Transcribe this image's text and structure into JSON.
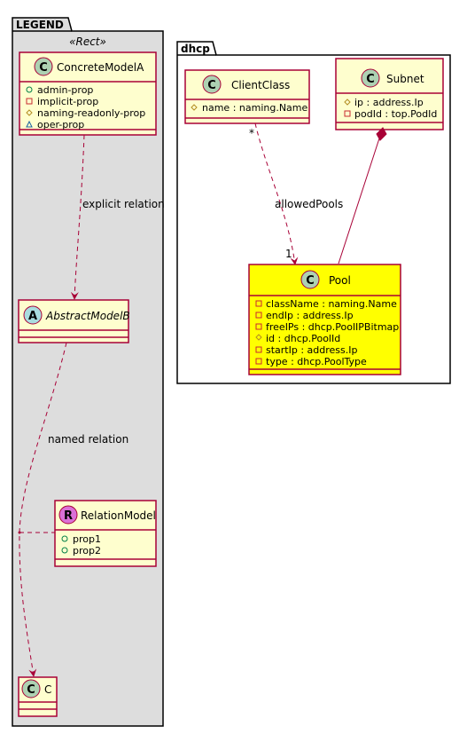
{
  "colors": {
    "class_fill": "#FEFECE",
    "class_border": "#A80036",
    "highlight_fill": "#FFFF00",
    "legend_fill": "#DDDDDD",
    "circle_class": "#ADD1B2",
    "circle_abstract": "#A9DCDF",
    "circle_relation": "#DA70D6"
  },
  "legend": {
    "title": "LEGEND",
    "stereotype": "«Rect»",
    "concrete": {
      "name": "ConcreteModelA",
      "icon_letter": "C",
      "fields": [
        {
          "vis": "+",
          "vis_icon": "public-circle-icon",
          "text": "admin-prop"
        },
        {
          "vis": "-",
          "vis_icon": "private-square-icon",
          "text": "implicit-prop"
        },
        {
          "vis": "#",
          "vis_icon": "protected-diamond-icon",
          "text": "naming-readonly-prop"
        },
        {
          "vis": "~",
          "vis_icon": "package-triangle-icon",
          "text": "oper-prop"
        }
      ]
    },
    "explicit_relation_label": "explicit relation",
    "abstract": {
      "name": "AbstractModelB",
      "icon_letter": "A"
    },
    "named_relation_label": "named relation",
    "relation_model": {
      "name": "RelationModel",
      "icon_letter": "R",
      "fields": [
        {
          "vis": "+",
          "text": "prop1"
        },
        {
          "vis": "+",
          "text": "prop2"
        }
      ]
    },
    "c_class": {
      "name": "C",
      "icon_letter": "C"
    }
  },
  "dhcp": {
    "title": "dhcp",
    "client_class": {
      "name": "ClientClass",
      "icon_letter": "C",
      "fields": [
        {
          "vis": "#",
          "text": "name : naming.Name"
        }
      ]
    },
    "subnet": {
      "name": "Subnet",
      "icon_letter": "C",
      "fields": [
        {
          "vis": "#",
          "text": "ip : address.Ip"
        },
        {
          "vis": "-",
          "text": "podId : top.PodId"
        }
      ]
    },
    "pool": {
      "name": "Pool",
      "icon_letter": "C",
      "fields": [
        {
          "vis": "-",
          "text": "className : naming.Name"
        },
        {
          "vis": "-",
          "text": "endIp : address.Ip"
        },
        {
          "vis": "-",
          "text": "freeIPs : dhcp.PoolIPBitmap"
        },
        {
          "vis": "#",
          "text": "id : dhcp.PoolId"
        },
        {
          "vis": "-",
          "text": "startIp : address.Ip"
        },
        {
          "vis": "-",
          "text": "type : dhcp.PoolType"
        }
      ]
    },
    "allowed_pools_label": "allowedPools",
    "mult_many": "*",
    "mult_one": "1"
  }
}
